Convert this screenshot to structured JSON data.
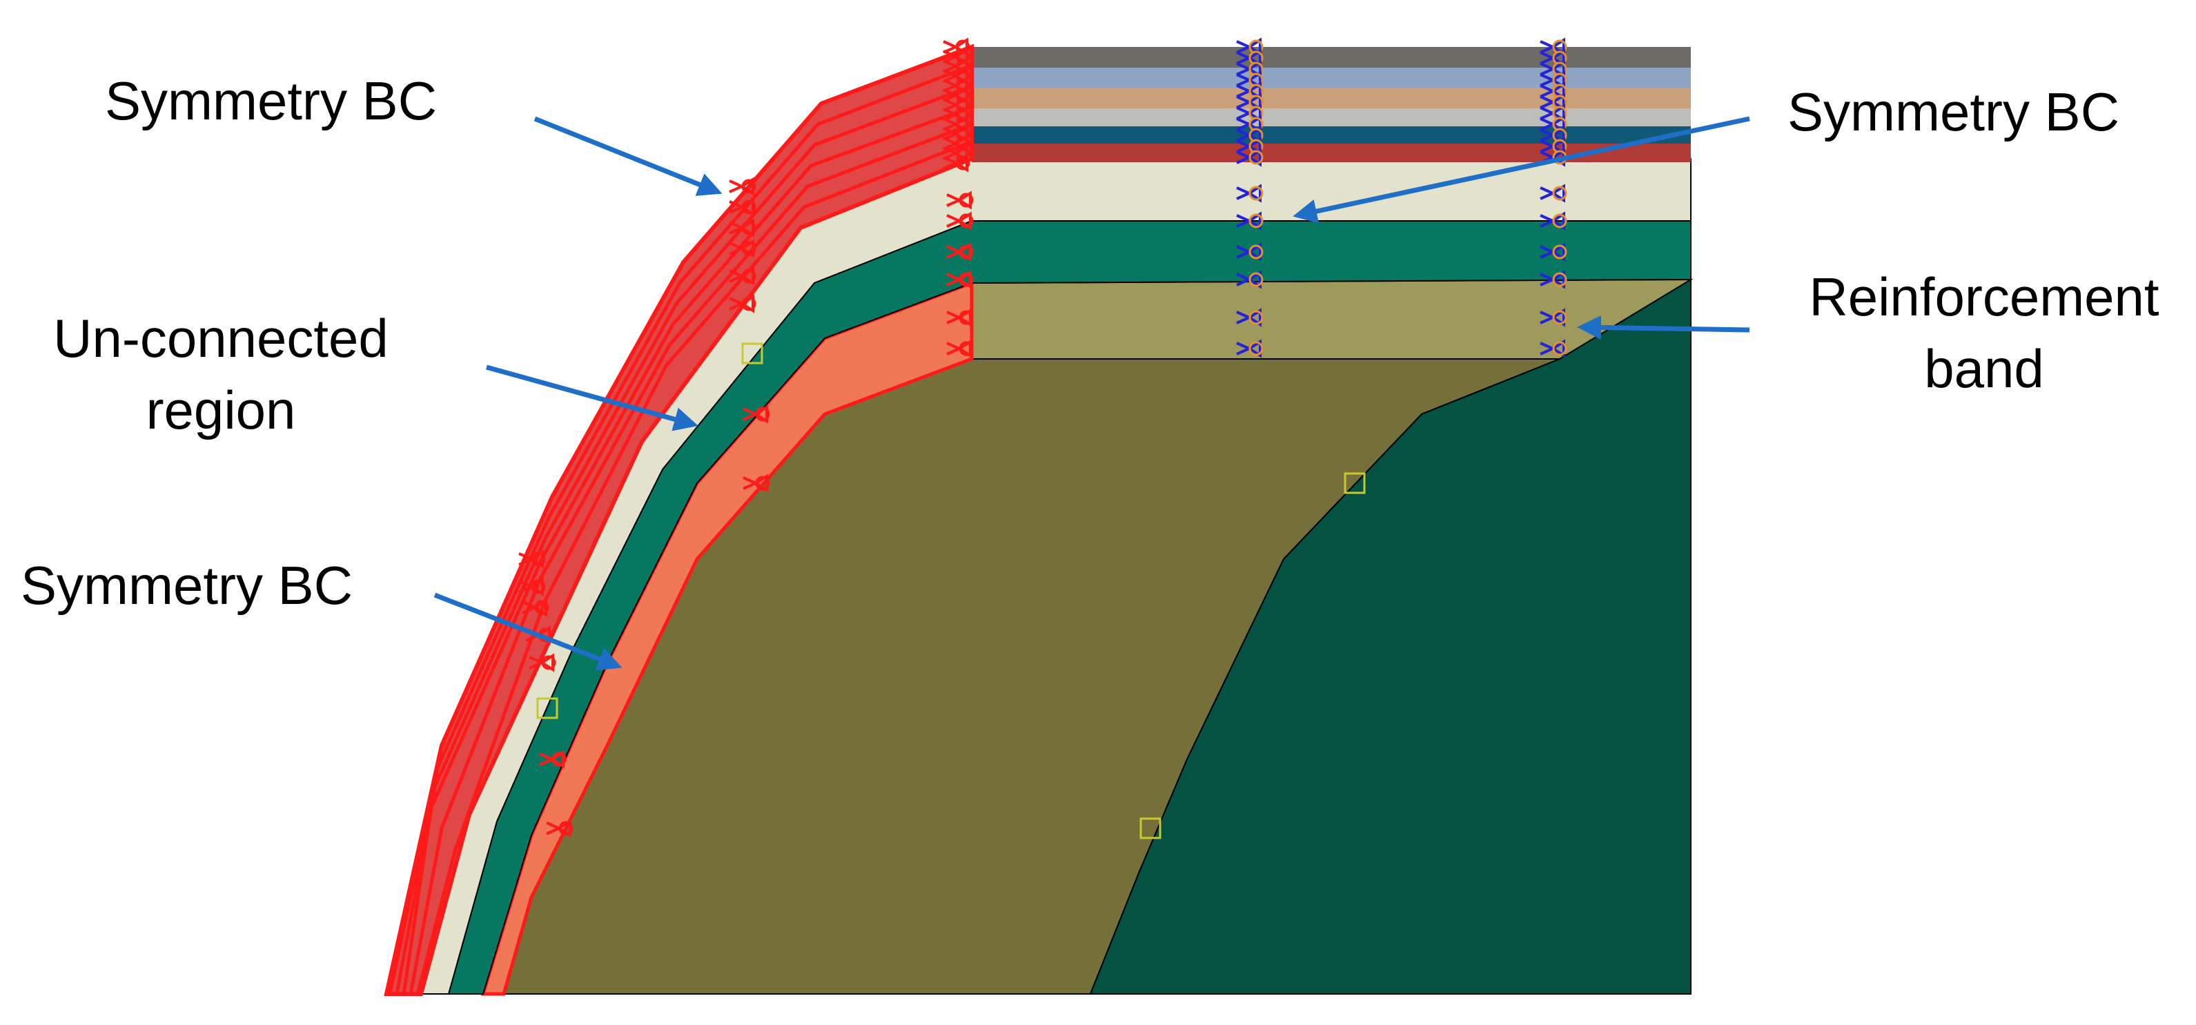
{
  "annotations": {
    "symmetry_bc_top_left": "Symmetry BC",
    "unconnected_line1": "Un-connected",
    "unconnected_line2": "region",
    "symmetry_bc_lower_left": "Symmetry BC",
    "symmetry_bc_top_right": "Symmetry BC",
    "reinforcement_line1": "Reinforcement",
    "reinforcement_line2": "band"
  },
  "colors": {
    "arrow": "#1F6FC8",
    "boundary_red": "#FF1A1A",
    "bc_blue": "#2323D9",
    "bc_orange": "#E8912A",
    "node_yellow": "#C8C832",
    "layer_dark_gray": "#6E6B66",
    "layer_blue_gray": "#8FA4C2",
    "layer_tan": "#C9A079",
    "layer_light_gray": "#BDBDB9",
    "layer_navy_teal": "#0F5876",
    "layer_brick": "#B03A35",
    "layer_cream": "#E3E2CC",
    "layer_teal_green": "#067760",
    "layer_olive_light": "#9E9A5B",
    "layer_olive_dark": "#75703A",
    "layer_dark_green": "#045241",
    "layer_salmon": "#F07856"
  }
}
